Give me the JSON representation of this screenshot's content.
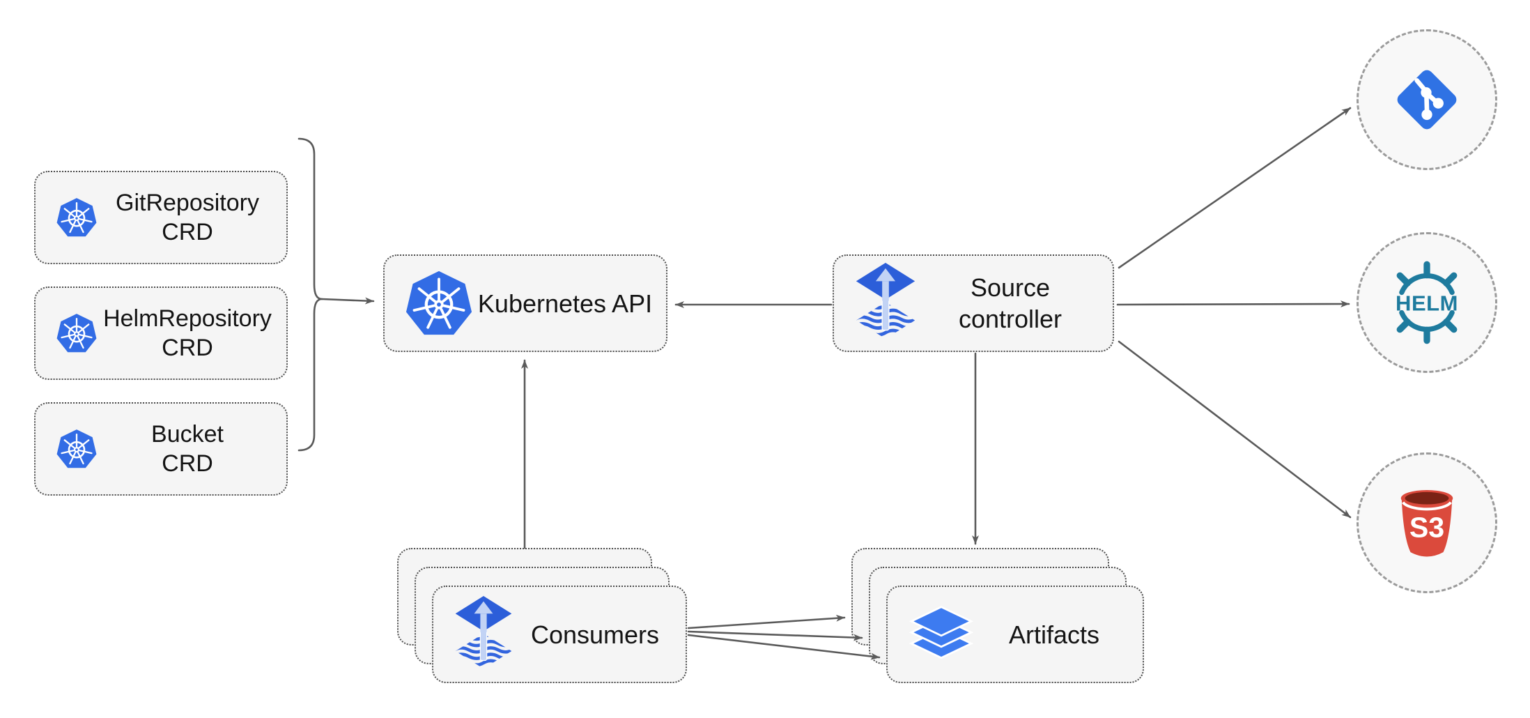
{
  "diagram": {
    "title_hint": "Flux source-controller architecture",
    "crd_boxes": [
      {
        "line1": "GitRepository",
        "line2": "CRD",
        "icon": "kubernetes-icon"
      },
      {
        "line1": "HelmRepository",
        "line2": "CRD",
        "icon": "kubernetes-icon"
      },
      {
        "line1": "Bucket",
        "line2": "CRD",
        "icon": "kubernetes-icon"
      }
    ],
    "kubernetes_api": {
      "label": "Kubernetes API",
      "icon": "kubernetes-icon"
    },
    "source_controller": {
      "line1": "Source",
      "line2": "controller",
      "icon": "flux-icon"
    },
    "consumers": {
      "label": "Consumers",
      "icon": "flux-icon",
      "stacked": 3
    },
    "artifacts": {
      "label": "Artifacts",
      "icon": "artifact-layers-icon",
      "stacked": 3
    },
    "external_sources": [
      {
        "name": "git",
        "icon": "git-icon",
        "label": ""
      },
      {
        "name": "helm",
        "icon": "helm-icon",
        "label": "HELM"
      },
      {
        "name": "s3",
        "icon": "s3-bucket-icon",
        "label": "S3"
      }
    ],
    "connections": [
      {
        "from": "crd-group",
        "to": "kubernetes-api"
      },
      {
        "from": "source-controller",
        "to": "kubernetes-api"
      },
      {
        "from": "consumers",
        "to": "kubernetes-api"
      },
      {
        "from": "source-controller",
        "to": "artifacts"
      },
      {
        "from": "source-controller",
        "to": "git"
      },
      {
        "from": "source-controller",
        "to": "helm"
      },
      {
        "from": "source-controller",
        "to": "s3"
      },
      {
        "from": "consumers",
        "to": "artifacts"
      }
    ],
    "colors": {
      "kubernetes_blue": "#326CE5",
      "flux_blue": "#2C5ED9",
      "flux_arrow_light": "#C2D3F5",
      "layers_blue": "#3D7BF0",
      "git_blue": "#2F72E4",
      "helm_teal": "#1E7B9E",
      "s3_red": "#DB4A3C",
      "s3_dark": "#7A2315",
      "arrow_gray": "#5A5A5A",
      "node_fill": "#F5F5F5",
      "node_border": "#4C4C4C",
      "circle_border": "#9B9B9B"
    }
  }
}
